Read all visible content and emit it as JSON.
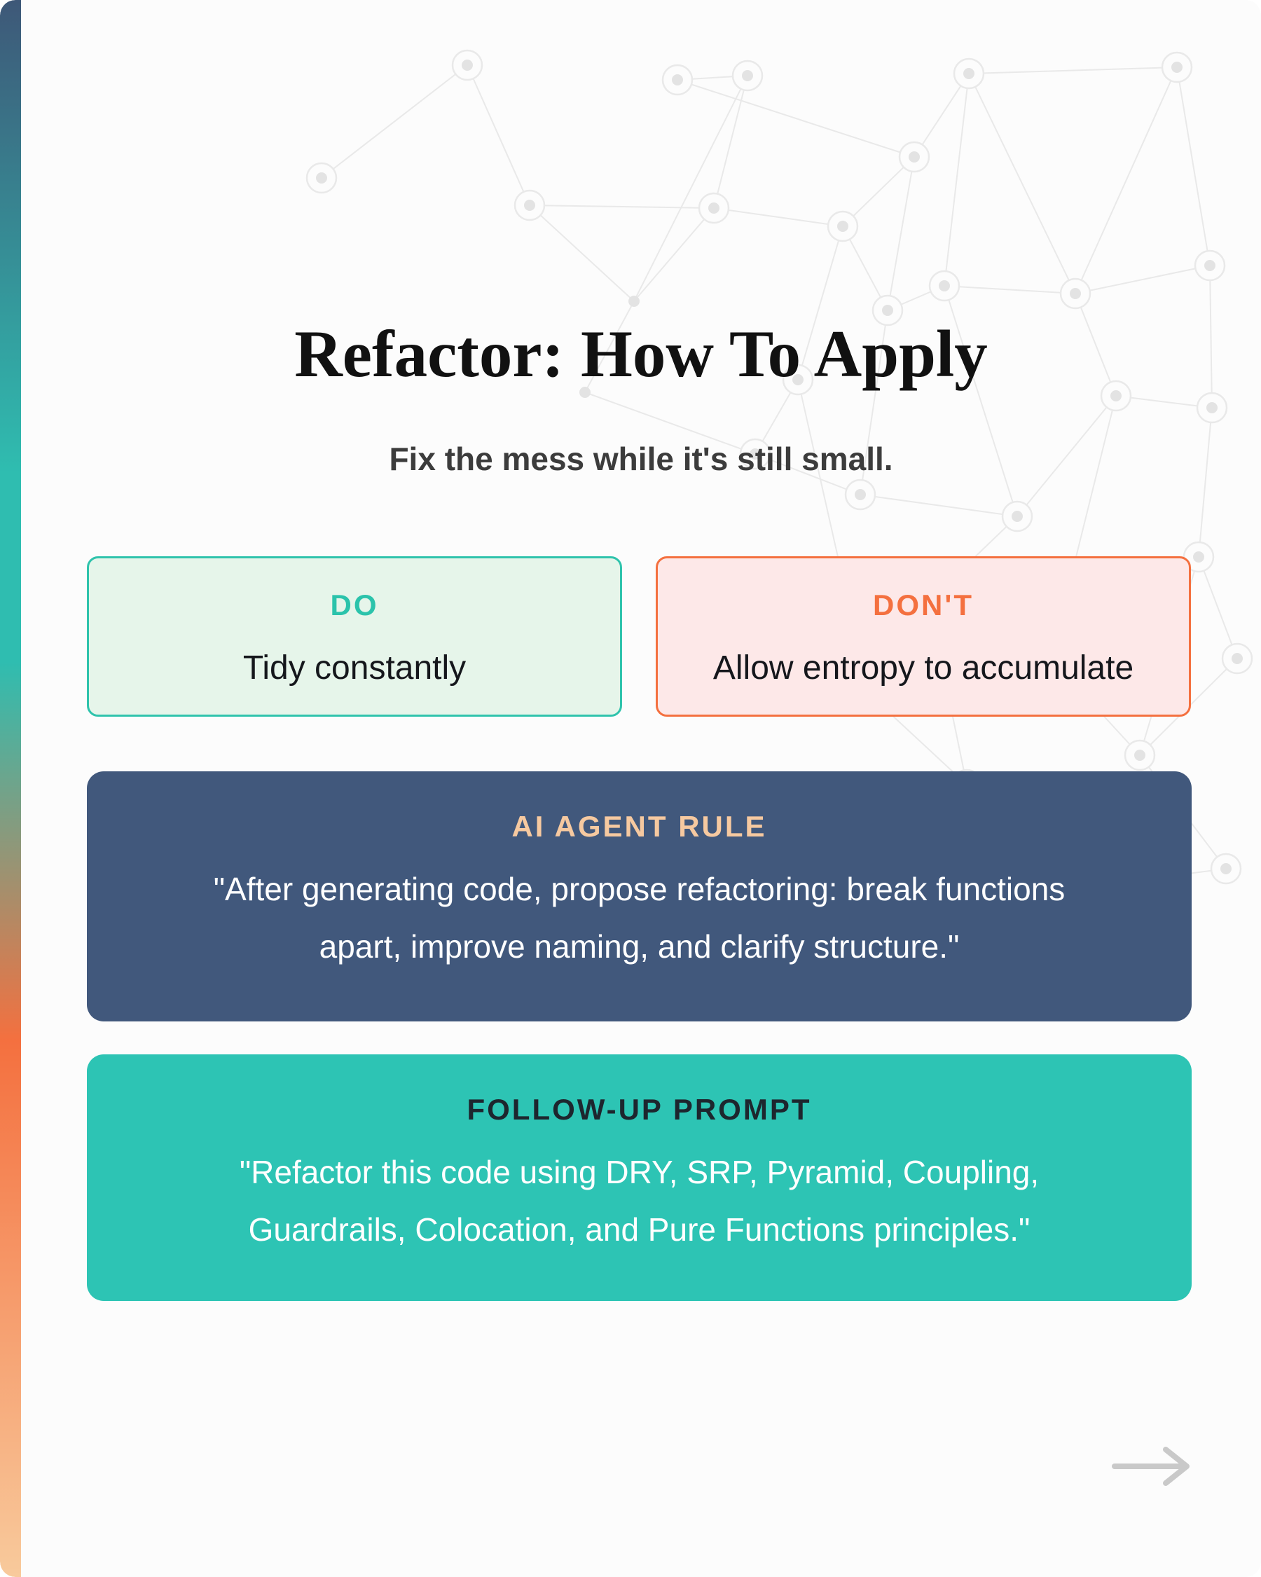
{
  "page": {
    "title": "Refactor: How To Apply",
    "subtitle": "Fix the mess while it's still small.",
    "cards": {
      "do": {
        "label": "DO",
        "text": "Tidy constantly"
      },
      "dont": {
        "label": "DON'T",
        "text": "Allow entropy to accumulate"
      }
    },
    "ai_agent_rule": {
      "label": "AI AGENT RULE",
      "lines": [
        "\"After generating code, propose refactoring: break functions",
        "apart, improve naming, and clarify structure.\""
      ]
    },
    "follow_up_prompt": {
      "label": "FOLLOW-UP PROMPT",
      "lines": [
        "\"Refactor this code using DRY, SRP, Pyramid, Coupling,",
        "Guardrails, Colocation, and Pure Functions principles.\""
      ]
    },
    "icons": {
      "next": "arrow-right-icon"
    },
    "colors": {
      "accent_teal": "#2dc4b4",
      "accent_orange": "#f4703f",
      "navy_card": "#41587c",
      "peach_label": "#f6c9a0",
      "do_card_bg": "#e6f5ea",
      "do_card_border": "#2fc3ac",
      "dont_card_bg": "#fde8e8",
      "dont_card_border": "#f4703f",
      "stripe_gradient_top": "#3e5878",
      "stripe_gradient_mid": "#2fbdb0",
      "stripe_gradient_low": "#f4703f",
      "stripe_gradient_bottom": "#f8ca9c",
      "arrow_gray": "#c9c9c9",
      "title_color": "#111111",
      "subtitle_color": "#3c3c3c",
      "background": "#fcfcfc",
      "network_line": "#e9e9e9"
    }
  }
}
